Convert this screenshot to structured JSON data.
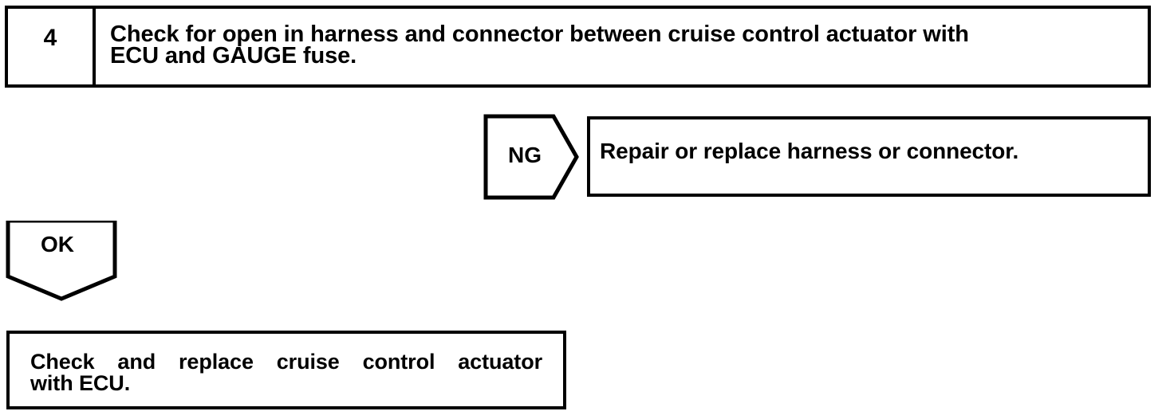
{
  "document": {
    "type": "troubleshooting-flowchart",
    "ink_color": "#000000",
    "background_color": "#ffffff"
  },
  "step": {
    "number": "4",
    "instruction_line1": "Check for open in harness and connector between cruise control actuator with",
    "instruction_line2": "ECU and GAUGE fuse."
  },
  "branches": {
    "ng": {
      "label": "NG",
      "shape": "right-pointing-pentagon",
      "result": "Repair or replace harness or connector."
    },
    "ok": {
      "label": "OK",
      "shape": "down-pointing-pentagon",
      "result_line1": "Check and replace cruise control actuator",
      "result_line2": "with ECU."
    }
  }
}
